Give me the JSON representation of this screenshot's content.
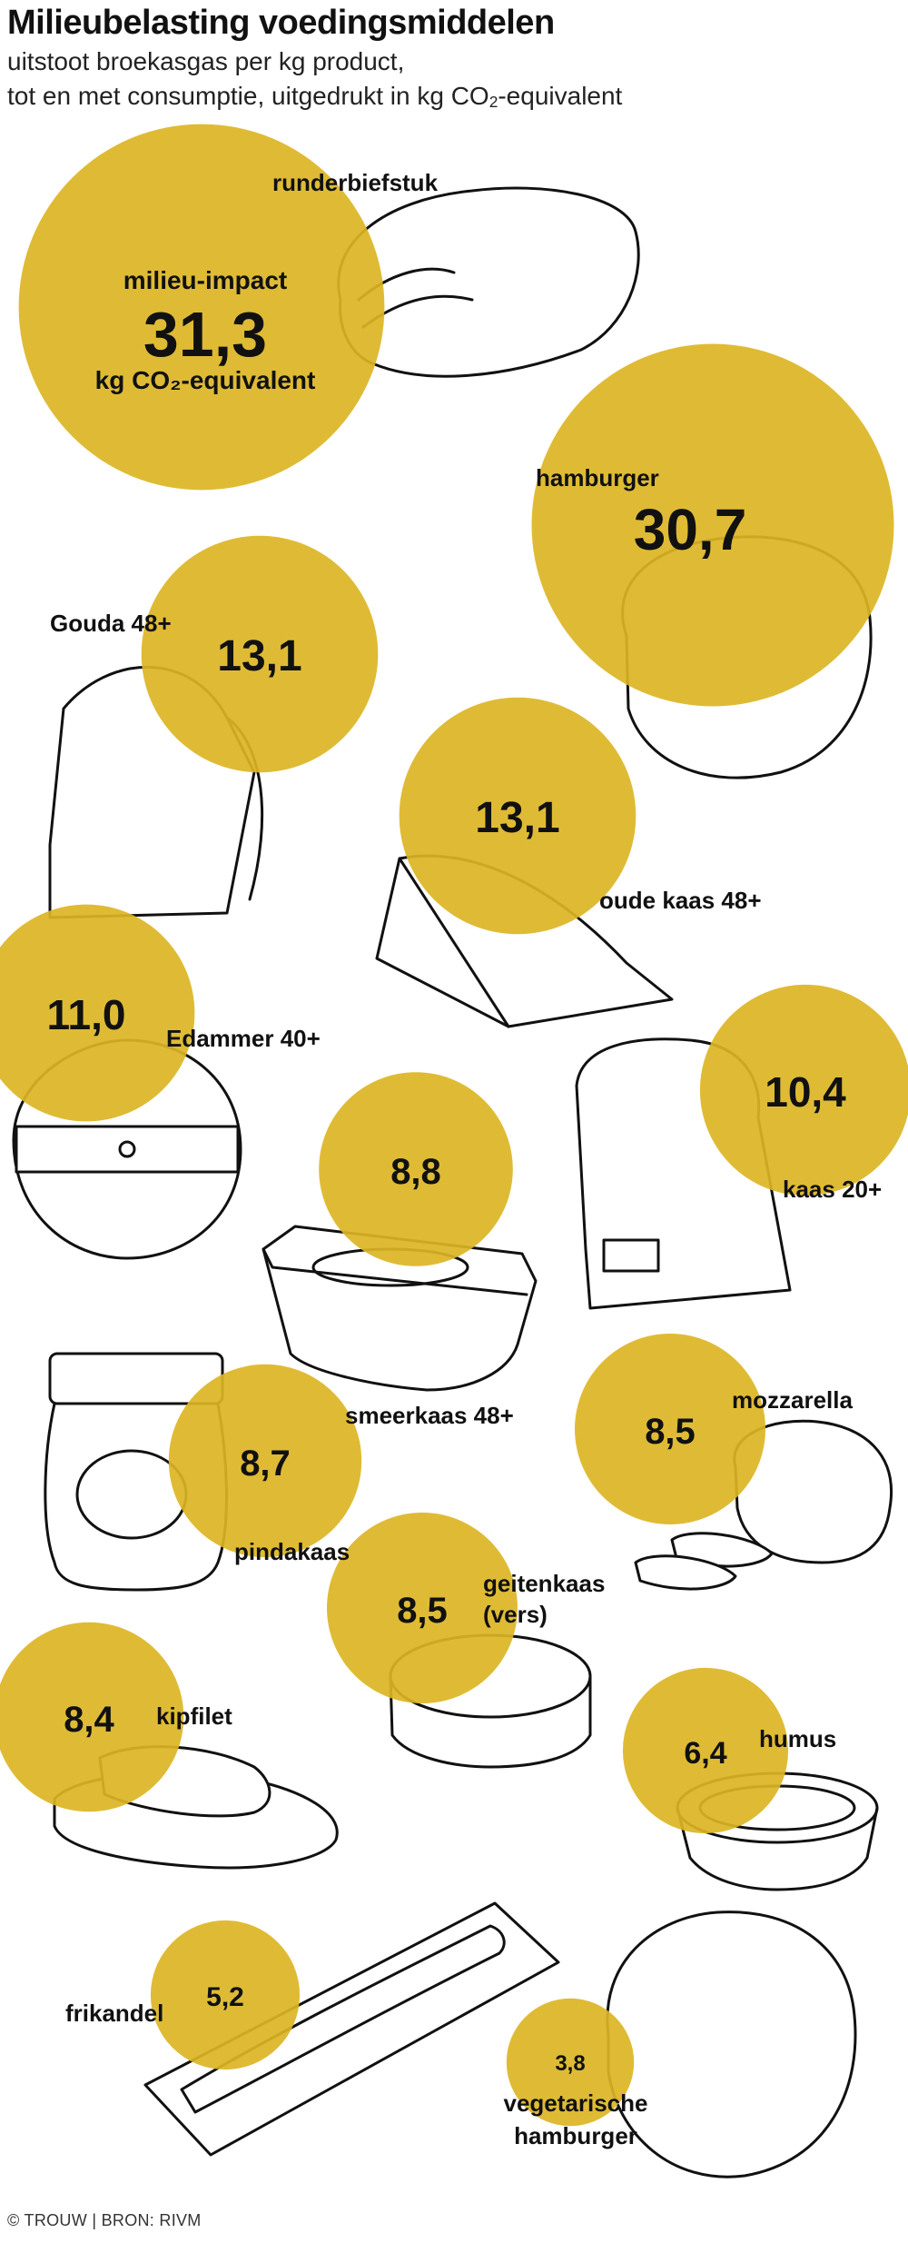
{
  "header": {
    "title": "Milieubelasting voedingsmiddelen",
    "subtitle_line1": "uitstoot broekasgas per kg product,",
    "subtitle_line2_pre": "tot en met consumptie, uitgedrukt in kg CO",
    "subtitle_line2_sub": "2",
    "subtitle_line2_post": "-equivalent"
  },
  "footer": {
    "credit": "© TROUW | BRON: RIVM"
  },
  "bubble_color": "#dcb524",
  "chart_data": {
    "type": "bubble",
    "title": "Milieubelasting voedingsmiddelen",
    "unit": "kg CO₂-equivalent",
    "featured_label_lines": [
      "milieu-impact",
      "kg CO₂-equivalent"
    ],
    "categories": [
      "runderbiefstuk",
      "hamburger",
      "Gouda 48+",
      "oude kaas 48+",
      "Edammer 40+",
      "kaas 20+",
      "smeerkaas 48+",
      "pindakaas",
      "mozzarella",
      "geitenkaas (vers)",
      "kipfilet",
      "humus",
      "frikandel",
      "vegetarische hamburger"
    ],
    "values": [
      31.3,
      30.7,
      13.1,
      13.1,
      11.0,
      10.4,
      8.8,
      8.7,
      8.5,
      8.5,
      8.4,
      6.4,
      5.2,
      3.8
    ],
    "display_values": [
      "31,3",
      "30,7",
      "13,1",
      "13,1",
      "11,0",
      "10,4",
      "8,8",
      "8,7",
      "8,5",
      "8,5",
      "8,4",
      "6,4",
      "5,2",
      "3,8"
    ]
  }
}
